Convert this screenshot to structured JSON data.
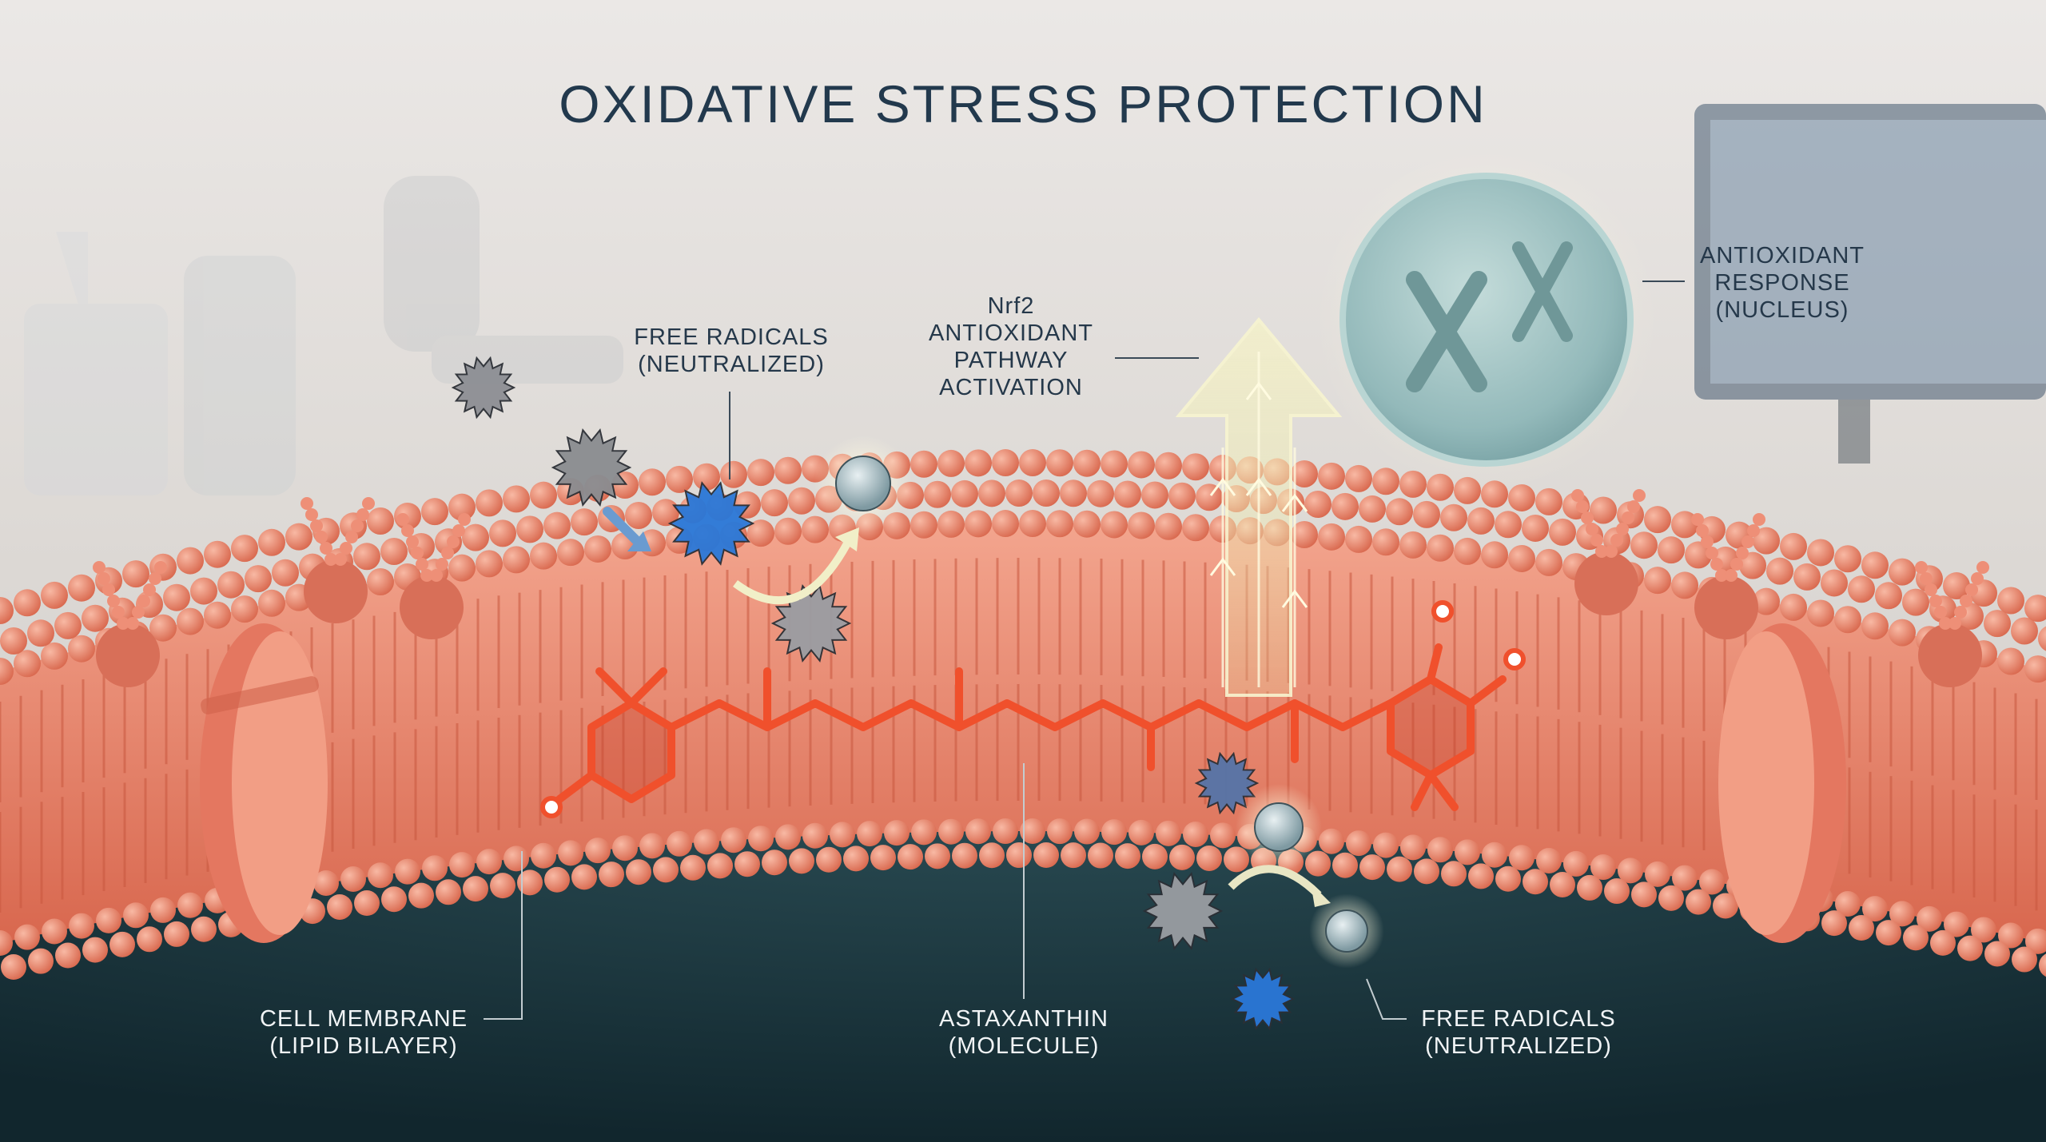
{
  "title": "OXIDATIVE STRESS PROTECTION",
  "labels": {
    "free_radicals_top": {
      "line1": "FREE RADICALS",
      "line2": "(NEUTRALIZED)"
    },
    "nrf2": {
      "line1": "Nrf2",
      "line2": "ANTIOXIDANT",
      "line3": "PATHWAY",
      "line4": "ACTIVATION"
    },
    "nucleus": {
      "line1": "ANTIOXIDANT",
      "line2": "RESPONSE",
      "line3": "(NUCLEUS)"
    },
    "cell_membrane": {
      "line1": "CELL MEMBRANE",
      "line2": "(LIPID BILAYER)"
    },
    "astaxanthin": {
      "line1": "ASTAXANTHIN",
      "line2": "(MOLECULE)"
    },
    "free_radicals_bottom": {
      "line1": "FREE RADICALS",
      "line2": "(NEUTRALIZED)"
    }
  },
  "colors": {
    "membrane": "#ec8a72",
    "membrane_dark": "#d2664f",
    "molecule": "#f0502c",
    "radical_active": "#2a78d8",
    "radical_gray": "#8e9196",
    "nucleus": "#9cc2c2",
    "arrow": "#f1eeb4",
    "cytoplasm": "#1a3a44"
  }
}
